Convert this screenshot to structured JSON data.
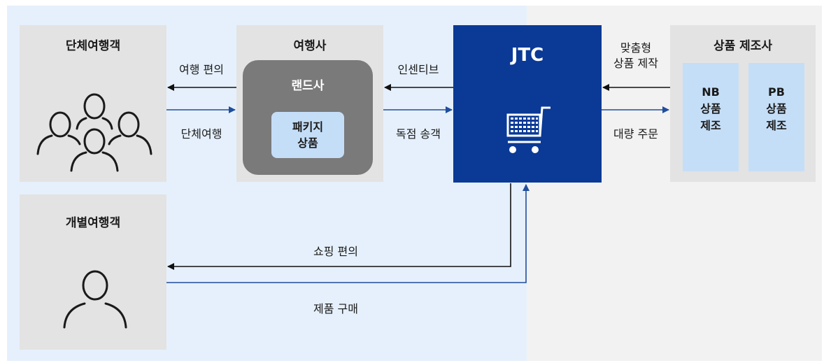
{
  "group_tourists": {
    "title": "단체여행객",
    "icon": "people-group-icon"
  },
  "individual_tourists": {
    "title": "개별여행객",
    "icon": "person-icon"
  },
  "travel_agency": {
    "title": "여행사",
    "land_operator": {
      "title": "랜드사",
      "package": "패키지\n상품"
    }
  },
  "jtc": {
    "title": "JTC",
    "icon": "shopping-cart-icon"
  },
  "manufacturer": {
    "title": "상품 제조사",
    "nb": "NB\n상품\n제조",
    "pb": "PB\n상품\n제조"
  },
  "flows": {
    "travel_convenience": "여행 편의",
    "group_travel": "단체여행",
    "incentive": "인센티브",
    "exclusive_transfer": "독점 송객",
    "custom_production": "맞춤형\n상품 제작",
    "bulk_order": "대량 주문",
    "shopping_convenience": "쇼핑 편의",
    "product_purchase": "제품 구매"
  },
  "colors": {
    "left_panel": "#e6f0fc",
    "right_panel": "#f2f2f2",
    "box_gray": "#e3e3e3",
    "land_gray": "#7a7a7a",
    "light_blue": "#c5def8",
    "jtc_navy": "#0a3a96",
    "arrow_black": "#111111",
    "arrow_blue": "#1f4e9c"
  }
}
